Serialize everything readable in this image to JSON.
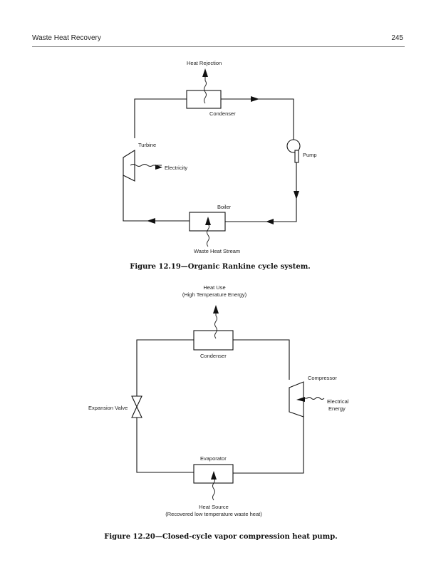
{
  "header": {
    "running_title": "Waste Heat Recovery",
    "page_number": "245"
  },
  "figure_12_19": {
    "caption": "Figure 12.19—Organic Rankine cycle system.",
    "labels": {
      "heat_rejection": "Heat Rejection",
      "condenser": "Condenser",
      "turbine": "Turbine",
      "electricity": "Electricity",
      "pump": "Pump",
      "boiler": "Boiler",
      "waste_heat_stream": "Waste Heat Stream"
    }
  },
  "figure_12_20": {
    "caption": "Figure 12.20—Closed-cycle vapor compression heat pump.",
    "labels": {
      "heat_use_line1": "Heat Use",
      "heat_use_line2": "(High Temperature Energy)",
      "condenser": "Condenser",
      "compressor": "Compressor",
      "electrical_line1": "Electrical",
      "electrical_line2": "Energy",
      "expansion_valve": "Expansion Valve",
      "evaporator": "Evaporator",
      "heat_source_line1": "Heat Source",
      "heat_source_line2": "(Recovered low temperature waste heat)"
    }
  }
}
